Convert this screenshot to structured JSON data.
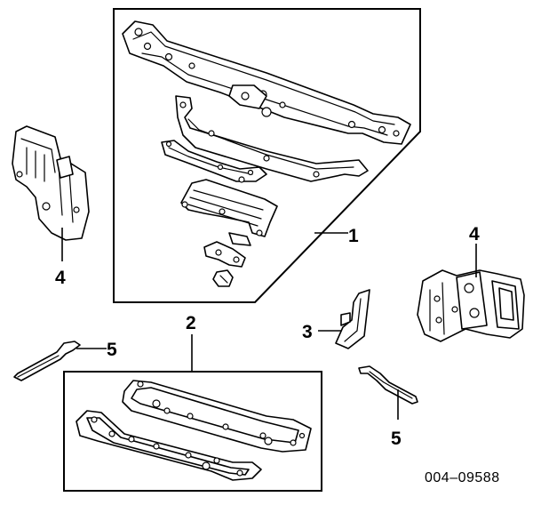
{
  "diagram": {
    "callouts": {
      "c1": "1",
      "c2": "2",
      "c3": "3",
      "c4_left": "4",
      "c4_right": "4",
      "c5_left": "5",
      "c5_right": "5"
    },
    "reference_number": "004–09588"
  }
}
